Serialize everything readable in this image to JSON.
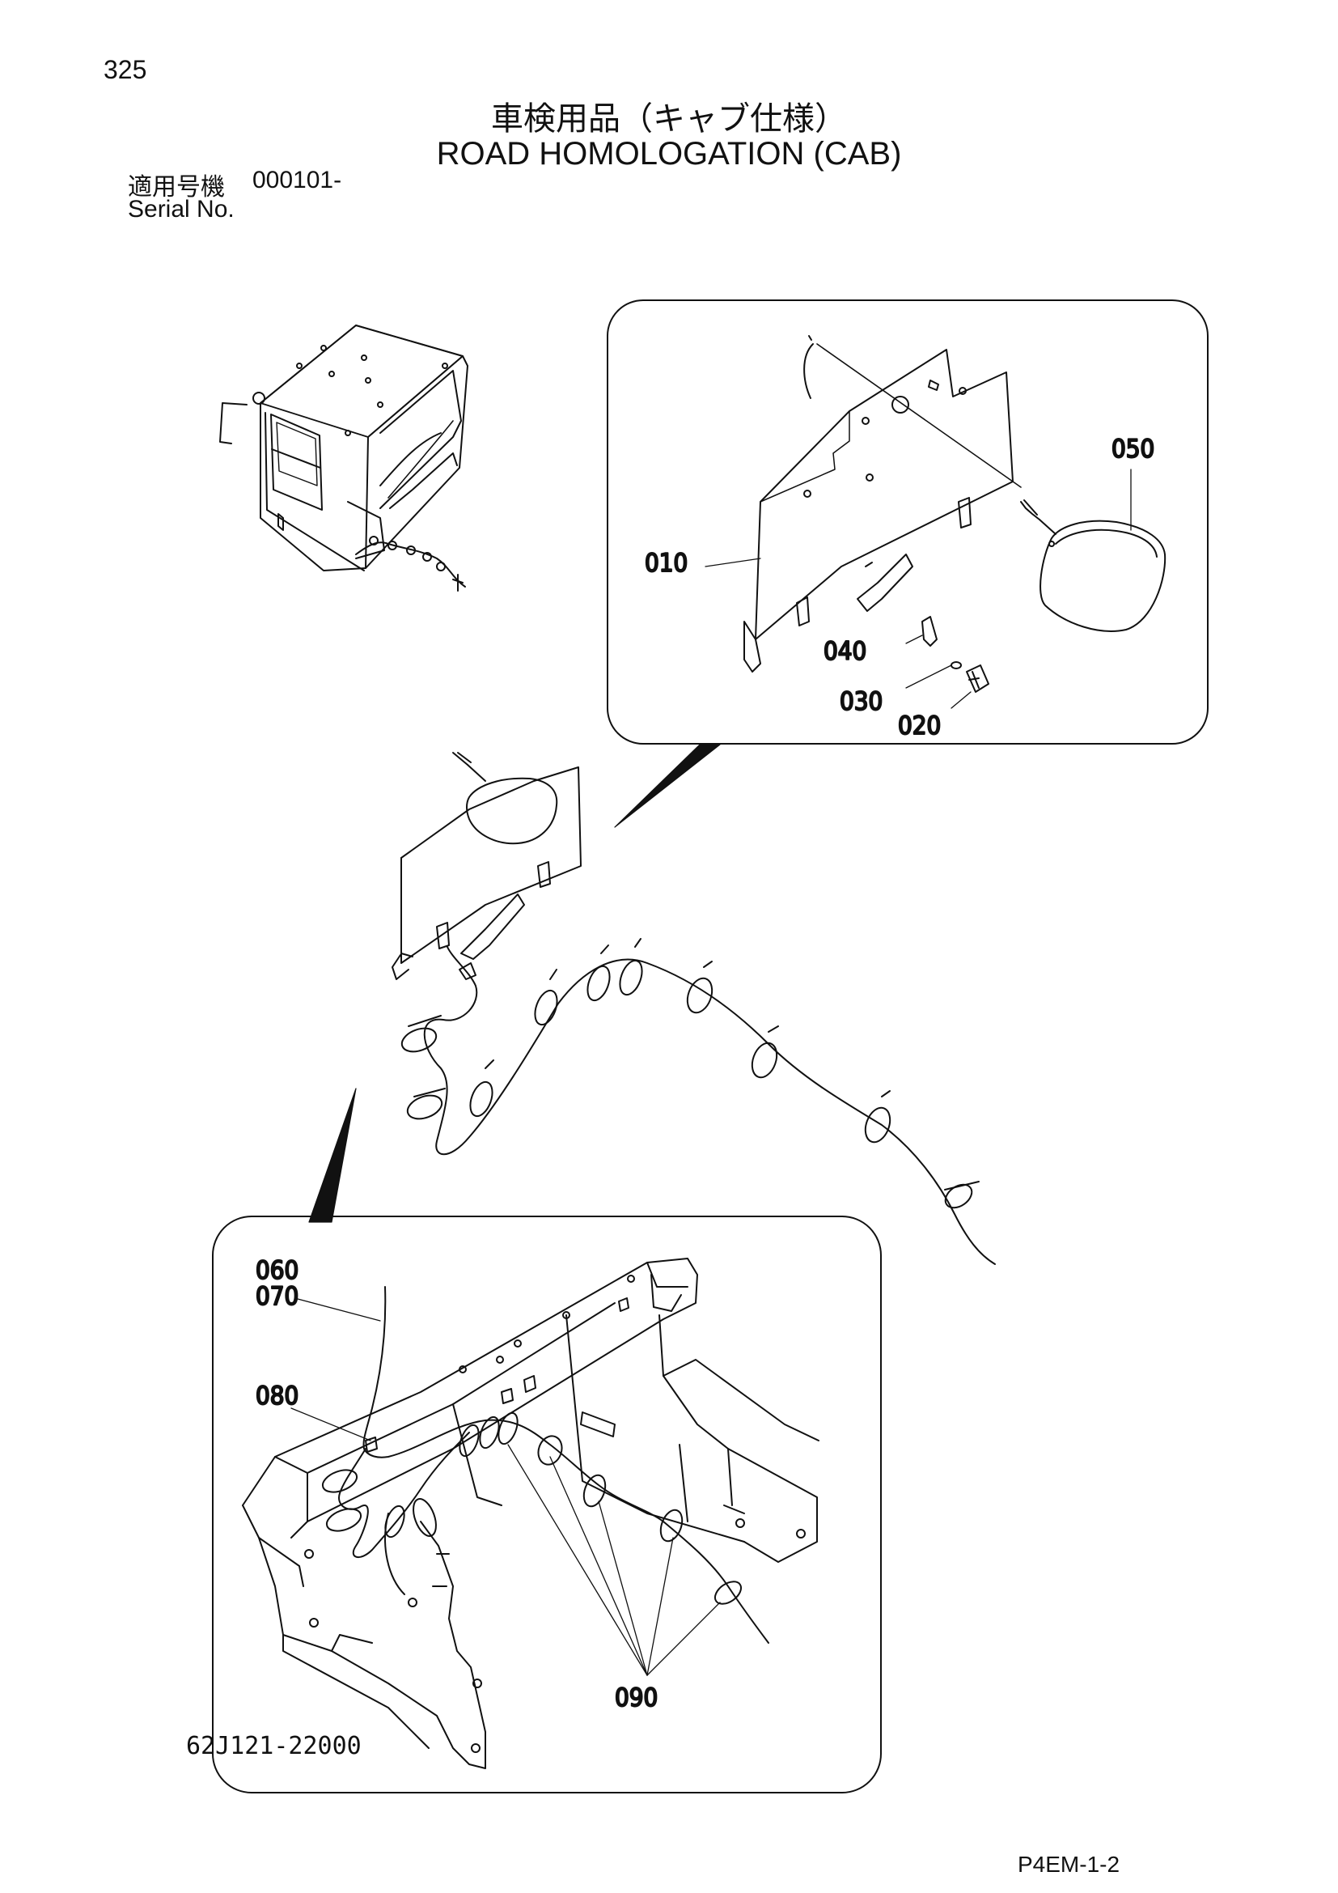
{
  "header": {
    "page_number": "325",
    "title_jp": "車検用品（キャブ仕様）",
    "title_en": "ROAD HOMOLOGATION (CAB)",
    "serial_label_jp": "適用号機",
    "serial_value": "000101-",
    "serial_label_en": "Serial No."
  },
  "callouts": {
    "p010": "010",
    "p020": "020",
    "p030": "030",
    "p040": "040",
    "p050": "050",
    "p060": "060",
    "p070": "070",
    "p080": "080",
    "p090": "090"
  },
  "footer": {
    "drawing_number": "62J121-22000",
    "page_code": "P4EM-1-2"
  }
}
